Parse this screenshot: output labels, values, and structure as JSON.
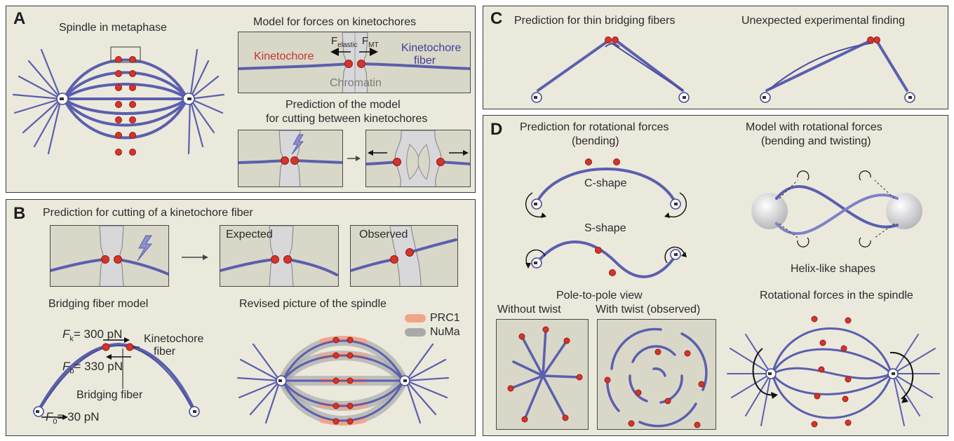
{
  "panel_a": {
    "letter": "A",
    "spindle_title": "Spindle in metaphase",
    "model_title": "Model for forces on kinetochores",
    "f_elastic": "F",
    "f_elastic_sub": "elastic",
    "f_mt": "F",
    "f_mt_sub": "MT",
    "kinetochore_label": "Kinetochore",
    "kfiber_label_1": "Kinetochore",
    "kfiber_label_2": "fiber",
    "chromatin_label": "Chromatin",
    "cut_title_1": "Prediction of the model",
    "cut_title_2": "for cutting between kinetochores"
  },
  "panel_b": {
    "letter": "B",
    "title": "Prediction for cutting of a kinetochore fiber",
    "expected": "Expected",
    "observed": "Observed",
    "bridging_title": "Bridging fiber model",
    "fk_label": "F",
    "fk_sub": "k",
    "fk_value": "= 300 pN",
    "fb_label": "F",
    "fb_sub": "b",
    "fb_value": "= 330 pN",
    "f0_label": "F",
    "f0_sub": "0",
    "f0_value": "= 30 pN",
    "kfiber_1": "Kinetochore",
    "kfiber_2": "fiber",
    "bridging_fiber": "Bridging fiber",
    "revised_title": "Revised picture of the spindle",
    "legend_prc1": "PRC1",
    "legend_numa": "NuMa",
    "legend_prc1_color": "#f2a48a",
    "legend_numa_color": "#a9a9a9"
  },
  "panel_c": {
    "letter": "C",
    "thin_title": "Prediction for thin bridging fibers",
    "unexpected_title": "Unexpected experimental finding"
  },
  "panel_d": {
    "letter": "D",
    "rot_title_1": "Prediction for rotational forces",
    "rot_title_2": "(bending)",
    "c_shape": "C-shape",
    "s_shape": "S-shape",
    "model_title_1": "Model with rotational forces",
    "model_title_2": "(bending and twisting)",
    "helix": "Helix-like shapes",
    "pole_view": "Pole-to-pole view",
    "without_twist": "Without twist",
    "with_twist": "With twist (observed)",
    "rot_spindle": "Rotational forces in the spindle"
  },
  "colors": {
    "mt": "#5b5fae",
    "kinetochore": "#d6342a",
    "kinetochore_text": "#c8332b",
    "kfiber_text": "#3a3f9a",
    "chromatin_text": "#7a7a7a",
    "panel_bg": "#ebe9dc"
  }
}
